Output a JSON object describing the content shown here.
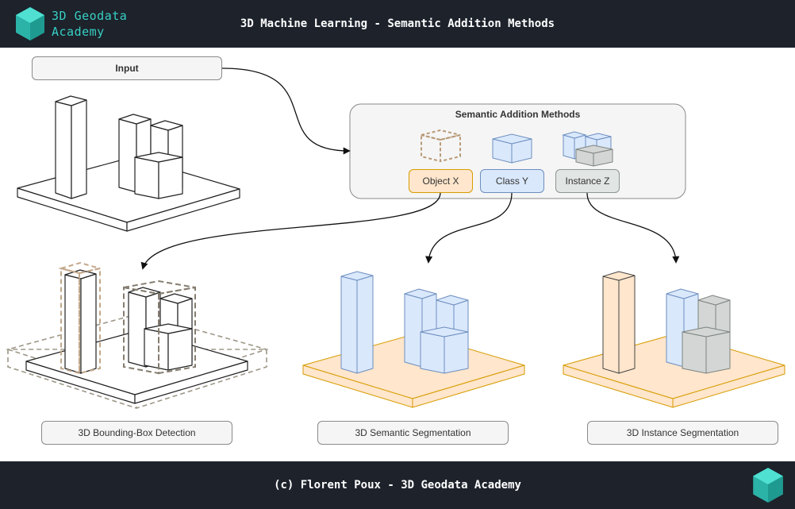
{
  "header": {
    "brand_line1": "3D Geodata",
    "brand_line2": "Academy",
    "title": "3D Machine Learning - Semantic Addition Methods",
    "logo_icon": "hexagon-cube-logo-icon"
  },
  "diagram": {
    "input_label": "Input",
    "methods_title": "Semantic Addition Methods",
    "methods": [
      {
        "label": "Object X",
        "fill": "#ffe6cc",
        "stroke": "#d79b00"
      },
      {
        "label": "Class Y",
        "fill": "#dae8fc",
        "stroke": "#6c8ebf"
      },
      {
        "label": "Instance Z",
        "fill": "#e1e5e4",
        "stroke": "#8e9693"
      }
    ],
    "outputs": [
      {
        "label": "3D Bounding-Box Detection"
      },
      {
        "label": "3D Semantic Segmentation"
      },
      {
        "label": "3D Instance Segmentation"
      }
    ]
  },
  "footer": {
    "title": "(c) Florent Poux - 3D Geodata Academy",
    "logo_icon": "hexagon-cube-logo-icon"
  },
  "colors": {
    "bar": "#1d222b",
    "brand": "#37d0c3",
    "orange_fill": "#ffe6cc",
    "blue_fill": "#dae8fc",
    "gray_fill": "#e1e5e4",
    "dash": "#9e9889"
  }
}
